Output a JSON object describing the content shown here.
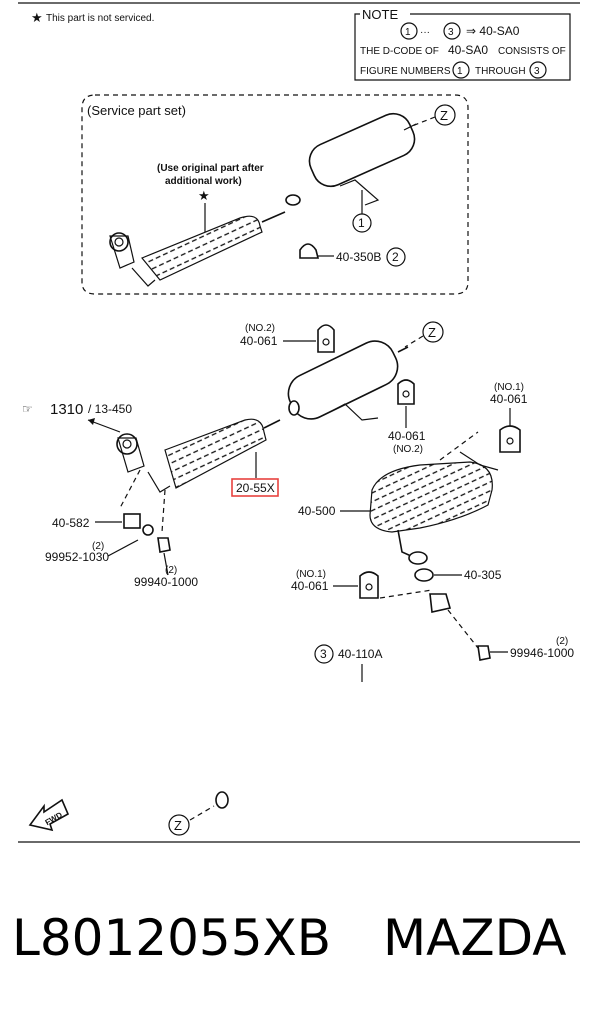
{
  "header": {
    "not_serviced": "This part is not serviced."
  },
  "note": {
    "title": "NOTE",
    "line1_from": "1",
    "line1_dots": "···",
    "line1_to": "3",
    "line1_arrow_code": "⇒ 40-SA0",
    "line2_a": "THE D-CODE OF",
    "line2_code": "40-SA0",
    "line2_b": "CONSISTS OF",
    "line3_a": "FIGURE NUMBERS",
    "line3_n1": "1",
    "line3_b": "THROUGH",
    "line3_n2": "3"
  },
  "service_set": {
    "title": "(Service part set)",
    "use_original_line1": "(Use original part after",
    "use_original_line2": "additional work)",
    "marker_z": "Z",
    "callout_1": "1",
    "code_2": "40-350B",
    "callout_2": "2"
  },
  "labels": {
    "no2_a": "(NO.2)",
    "code_40_061_a": "40-061",
    "z_top": "Z",
    "no1_right": "(NO.1)",
    "code_40_061_right": "40-061",
    "ref_1310": "1310",
    "ref_13450": "/ 13-450",
    "code_40_061_no2b": "40-061",
    "no2_b": "(NO.2)",
    "highlight_code": "20-55X",
    "code_40_500": "40-500",
    "code_40_582": "40-582",
    "paren2_a": "(2)",
    "code_99952": "99952-1030",
    "paren2_b": "(2)",
    "code_99940": "99940-1000",
    "no1_left": "(NO.1)",
    "code_40_061_left": "40-061",
    "code_40_305": "40-305",
    "callout_3": "3",
    "code_40_110a": "40-110A",
    "paren2_c": "(2)",
    "code_99946": "99946-1000",
    "fwd": "FWD",
    "z_bottom": "Z"
  },
  "footer": {
    "part_number": "L8012055XB",
    "brand": "MAZDA"
  },
  "colors": {
    "highlight": "#e8423f",
    "ink": "#111111"
  }
}
